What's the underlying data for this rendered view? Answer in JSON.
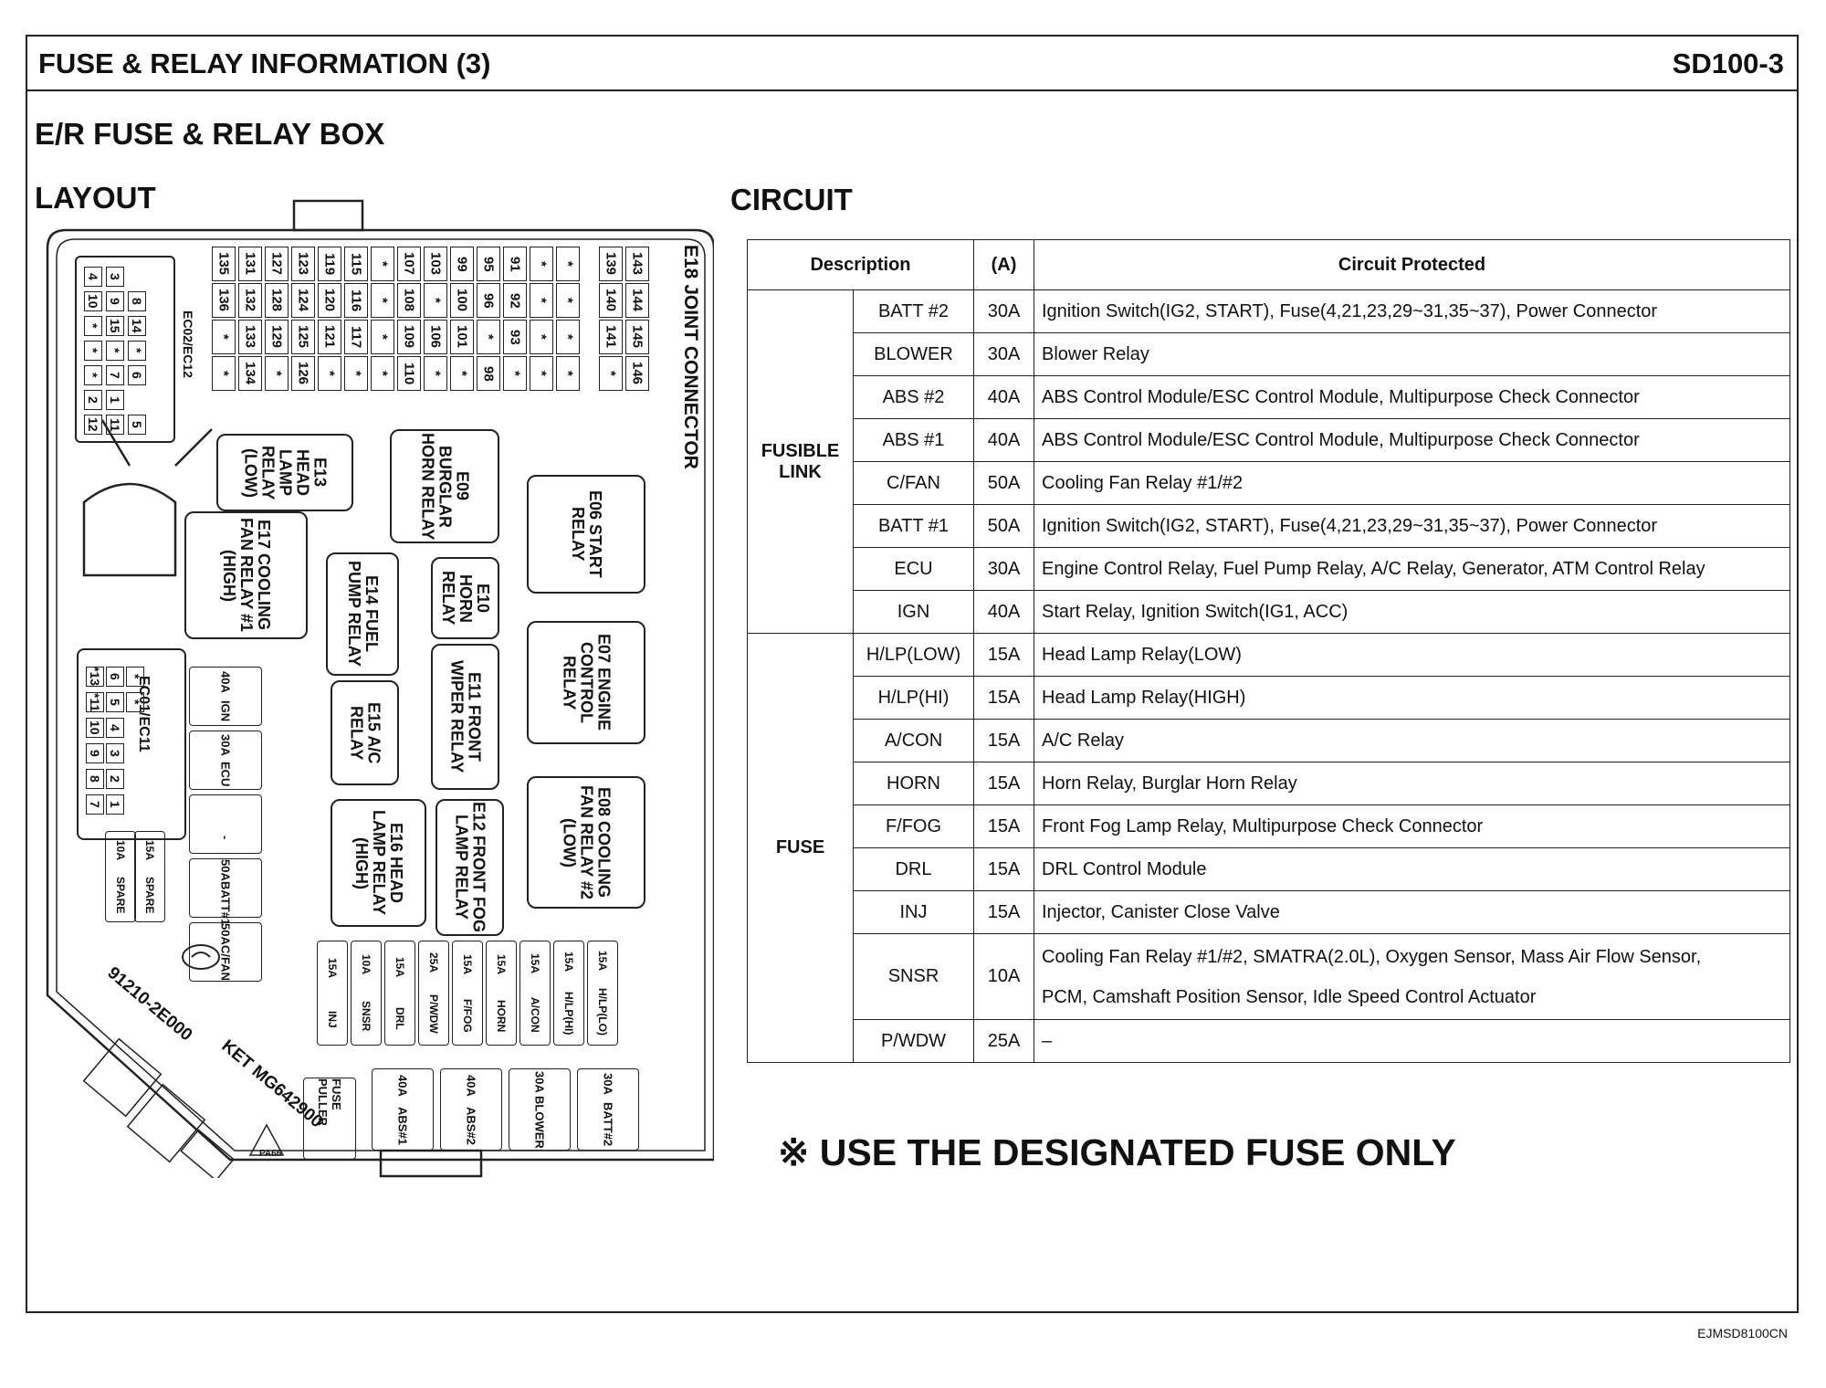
{
  "header": {
    "title": "FUSE & RELAY INFORMATION (3)",
    "code": "SD100-3"
  },
  "section_title": "E/R FUSE & RELAY BOX",
  "layout_title": "LAYOUT",
  "circuit_title": "CIRCUIT",
  "layout": {
    "joint_connector": "E18 JOINT CONNECTOR",
    "ec02_label": "EC02/EC12",
    "ec01_label": "EC01/EC11",
    "ec02_pins": [
      [
        "4",
        "3"
      ],
      [
        "10",
        "9",
        "8"
      ],
      [
        "*",
        "15",
        "14"
      ],
      [
        "*",
        "*",
        "*"
      ],
      [
        "*",
        "7",
        "6"
      ],
      [
        "2",
        "1"
      ],
      [
        "12",
        "11",
        "5"
      ]
    ],
    "ec01_pins": [
      "*13",
      "*11",
      "10",
      "9",
      "8",
      "7",
      "6",
      "5",
      "4",
      "3",
      "2",
      "1",
      "*",
      "*"
    ],
    "fuse_columns": [
      [
        "135",
        "136",
        "*",
        "*"
      ],
      [
        "131",
        "132",
        "133",
        "134"
      ],
      [
        "127",
        "128",
        "129",
        "*"
      ],
      [
        "123",
        "124",
        "125",
        "126"
      ],
      [
        "119",
        "120",
        "121",
        "*"
      ],
      [
        "115",
        "116",
        "117",
        "*"
      ],
      [
        "*",
        "*",
        "*",
        "*"
      ],
      [
        "107",
        "108",
        "109",
        "110"
      ],
      [
        "103",
        "*",
        "106",
        "*"
      ],
      [
        "99",
        "100",
        "101",
        "*"
      ],
      [
        "95",
        "96",
        "*",
        "98"
      ],
      [
        "91",
        "92",
        "93",
        "*"
      ],
      [
        "*",
        "*",
        "*",
        "*"
      ],
      [
        "*",
        "*",
        "*",
        "*"
      ],
      [
        "139",
        "140",
        "141",
        "*"
      ],
      [
        "143",
        "144",
        "145",
        "146"
      ]
    ],
    "relays": {
      "e13": "E13 HEAD LAMP RELAY (LOW)",
      "e09": "E09 BURGLAR HORN RELAY",
      "e06": "E06 START RELAY",
      "e17": "E17 COOLING FAN RELAY #1 (HIGH)",
      "e14": "E14 FUEL PUMP RELAY",
      "e10": "E10 HORN RELAY",
      "e07": "E07 ENGINE CONTROL RELAY",
      "e15": "E15 A/C RELAY",
      "e11": "E11 FRONT WIPER RELAY",
      "e08": "E08 COOLING FAN RELAY #2 (LOW)",
      "e16": "E16 HEAD LAMP RELAY (HIGH)",
      "e12": "E12 FRONT FOG LAMP RELAY"
    },
    "mid_links": [
      {
        "name": "IGN",
        "amp": "40A"
      },
      {
        "name": "ECU",
        "amp": "30A"
      },
      {
        "name": "-",
        "amp": ""
      },
      {
        "name": "BATT#1",
        "amp": "50A"
      },
      {
        "name": "C/FAN",
        "amp": "50A"
      }
    ],
    "spares": [
      {
        "amp": "15A",
        "name": "SPARE"
      },
      {
        "amp": "10A",
        "name": "SPARE"
      }
    ],
    "small_fuses": [
      {
        "amp": "15A",
        "name": "INJ"
      },
      {
        "amp": "10A",
        "name": "SNSR"
      },
      {
        "amp": "15A",
        "name": "DRL"
      },
      {
        "amp": "25A",
        "name": "P/WDW"
      },
      {
        "amp": "15A",
        "name": "F/FOG"
      },
      {
        "amp": "15A",
        "name": "HORN"
      },
      {
        "amp": "15A",
        "name": "A/CON"
      },
      {
        "amp": "15A",
        "name": "H/LP(HI)"
      },
      {
        "amp": "15A",
        "name": "H/LP(LO)"
      }
    ],
    "bottom_links": [
      {
        "amp": "40A",
        "name": "ABS#1"
      },
      {
        "amp": "40A",
        "name": "ABS#2"
      },
      {
        "amp": "30A",
        "name": "BLOWER"
      },
      {
        "amp": "30A",
        "name": "BATT#2"
      }
    ],
    "fuse_puller": "FUSE PULLER",
    "part_no": "91210-2E000",
    "ket": "KET MG642900",
    "pa_mark": "PA66"
  },
  "table": {
    "headers": {
      "description": "Description",
      "amp": "(A)",
      "circuit": "Circuit Protected"
    },
    "groups": [
      {
        "name": "FUSIBLE LINK",
        "rows": [
          {
            "desc": "BATT #2",
            "amp": "30A",
            "circuit": "Ignition Switch(IG2, START), Fuse(4,21,23,29~31,35~37), Power Connector"
          },
          {
            "desc": "BLOWER",
            "amp": "30A",
            "circuit": "Blower Relay"
          },
          {
            "desc": "ABS #2",
            "amp": "40A",
            "circuit": "ABS Control Module/ESC Control Module, Multipurpose Check Connector"
          },
          {
            "desc": "ABS #1",
            "amp": "40A",
            "circuit": "ABS Control Module/ESC Control Module, Multipurpose Check Connector"
          },
          {
            "desc": "C/FAN",
            "amp": "50A",
            "circuit": "Cooling Fan Relay #1/#2"
          },
          {
            "desc": "BATT #1",
            "amp": "50A",
            "circuit": "Ignition Switch(IG2, START), Fuse(4,21,23,29~31,35~37), Power Connector"
          },
          {
            "desc": "ECU",
            "amp": "30A",
            "circuit": "Engine Control Relay, Fuel Pump Relay, A/C Relay, Generator, ATM Control Relay"
          },
          {
            "desc": "IGN",
            "amp": "40A",
            "circuit": "Start Relay, Ignition Switch(IG1, ACC)"
          }
        ]
      },
      {
        "name": "FUSE",
        "rows": [
          {
            "desc": "H/LP(LOW)",
            "amp": "15A",
            "circuit": "Head Lamp Relay(LOW)"
          },
          {
            "desc": "H/LP(HI)",
            "amp": "15A",
            "circuit": "Head Lamp Relay(HIGH)"
          },
          {
            "desc": "A/CON",
            "amp": "15A",
            "circuit": "A/C Relay"
          },
          {
            "desc": "HORN",
            "amp": "15A",
            "circuit": "Horn Relay, Burglar Horn Relay"
          },
          {
            "desc": "F/FOG",
            "amp": "15A",
            "circuit": "Front Fog Lamp Relay, Multipurpose Check Connector"
          },
          {
            "desc": "DRL",
            "amp": "15A",
            "circuit": "DRL Control Module"
          },
          {
            "desc": "INJ",
            "amp": "15A",
            "circuit": "Injector, Canister Close Valve"
          },
          {
            "desc": "SNSR",
            "amp": "10A",
            "circuit": "Cooling Fan Relay #1/#2, SMATRA(2.0L), Oxygen Sensor, Mass Air Flow Sensor,",
            "circuit2": "PCM, Camshaft Position Sensor, Idle Speed Control Actuator"
          },
          {
            "desc": "P/WDW",
            "amp": "25A",
            "circuit": "–"
          }
        ]
      }
    ]
  },
  "note": "※ USE THE DESIGNATED FUSE ONLY",
  "footer_code": "EJMSD8100CN"
}
